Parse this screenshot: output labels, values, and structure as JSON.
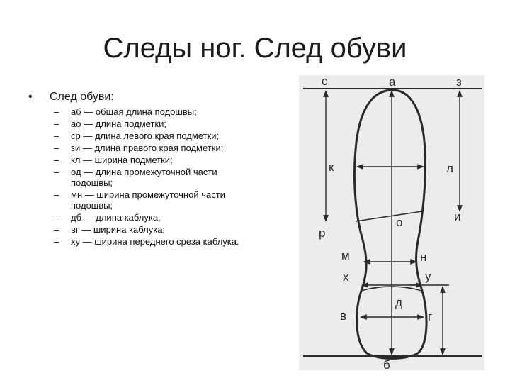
{
  "slide": {
    "title": "Следы ног. След обуви",
    "bullet": "След обуви:",
    "items": [
      {
        "dash": "–",
        "text": "аб — общая длина подошвы;"
      },
      {
        "dash": "–",
        "text": "ао — длина подметки;"
      },
      {
        "dash": "–",
        "text": "ср — длина левого края подметки;"
      },
      {
        "dash": "–",
        "text": "зи — длина правого края подметки;"
      },
      {
        "dash": "–",
        "text": "кл — ширина подметки;"
      },
      {
        "dash": "–",
        "text": "од — длина промежуточной части подошвы;"
      },
      {
        "dash": "–",
        "text": "мн — ширина промежуточной части подошвы;"
      },
      {
        "dash": "–",
        "text": "дб — длина каблука;"
      },
      {
        "dash": "–",
        "text": "вг — ширина каблука;"
      },
      {
        "dash": "–",
        "text": "ху — ширина переднего среза каблука."
      }
    ]
  },
  "figure": {
    "labels": {
      "a": "а",
      "b": "б",
      "v": "в",
      "g": "г",
      "d": "д",
      "z": "з",
      "i": "и",
      "k": "к",
      "l": "л",
      "m": "м",
      "n": "н",
      "o": "о",
      "r": "р",
      "s": "с",
      "u": "у",
      "kh": "х"
    }
  },
  "colors": {
    "ink": "#2a2a2a",
    "paper": "#ececea"
  }
}
